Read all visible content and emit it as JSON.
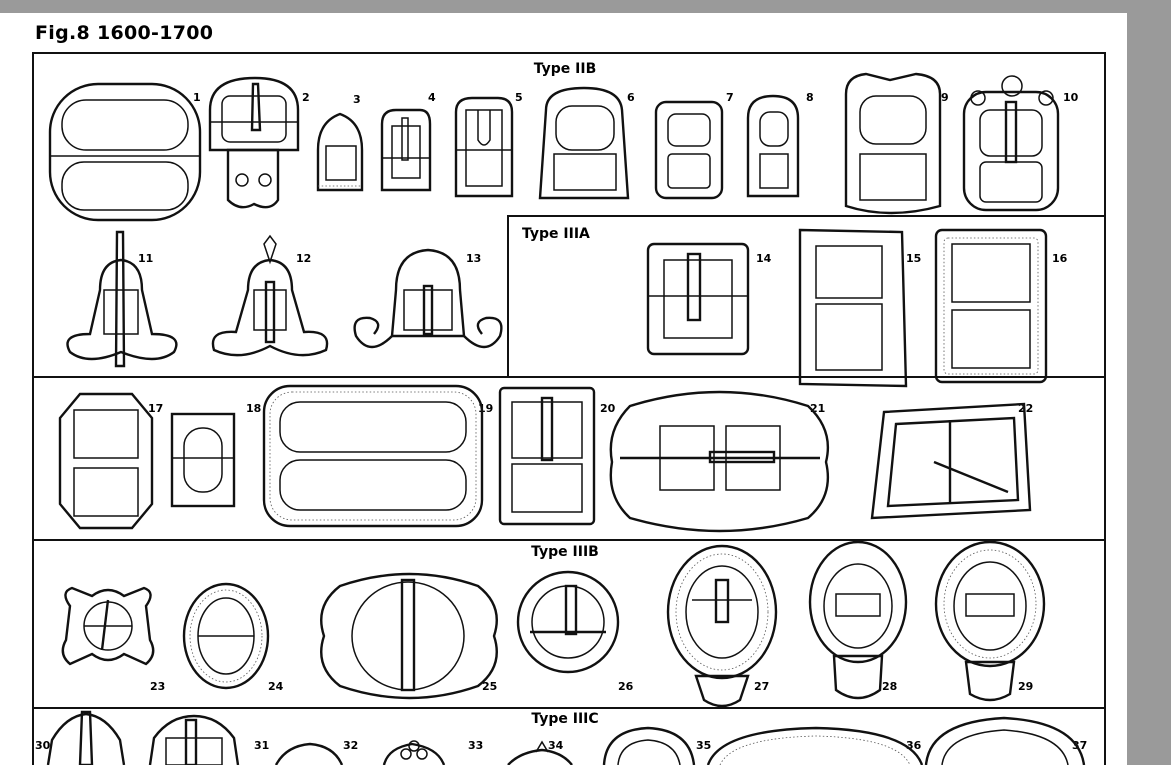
{
  "figure": {
    "title": "Fig.8  1600-1700"
  },
  "sections": {
    "type_iib": "Type IIB",
    "type_iiia": "Type IIIA",
    "type_iiib": "Type IIIB",
    "type_iiic": "Type IIIC"
  },
  "item_numbers": [
    "1",
    "2",
    "3",
    "4",
    "5",
    "6",
    "7",
    "8",
    "9",
    "10",
    "11",
    "12",
    "13",
    "14",
    "15",
    "16",
    "17",
    "18",
    "19",
    "20",
    "21",
    "22",
    "23",
    "24",
    "25",
    "26",
    "27",
    "28",
    "29",
    "30",
    "31",
    "32",
    "33",
    "34",
    "35",
    "36",
    "37"
  ],
  "colors": {
    "frame_bars": "#9a9a9a",
    "ink": "#111111",
    "paper": "#ffffff"
  }
}
